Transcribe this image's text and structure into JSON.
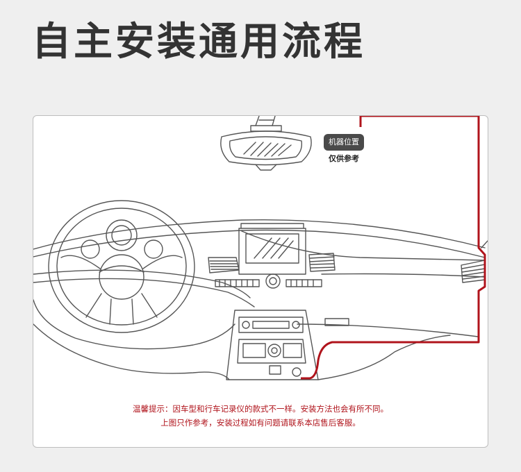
{
  "title": "自主安装通用流程",
  "diagram": {
    "badge_label": "机器位置",
    "badge_sublabel": "仅供参考",
    "notes": [
      "温馨提示：因车型和行车记录仪的款式不一样。安装方法也会有所不同。",
      "上图只作参考，安装过程如有问题请联系本店售后客服。"
    ],
    "colors": {
      "cable": "#b0141c",
      "line": "#555555",
      "background": "#efefef",
      "title": "#333333"
    }
  }
}
